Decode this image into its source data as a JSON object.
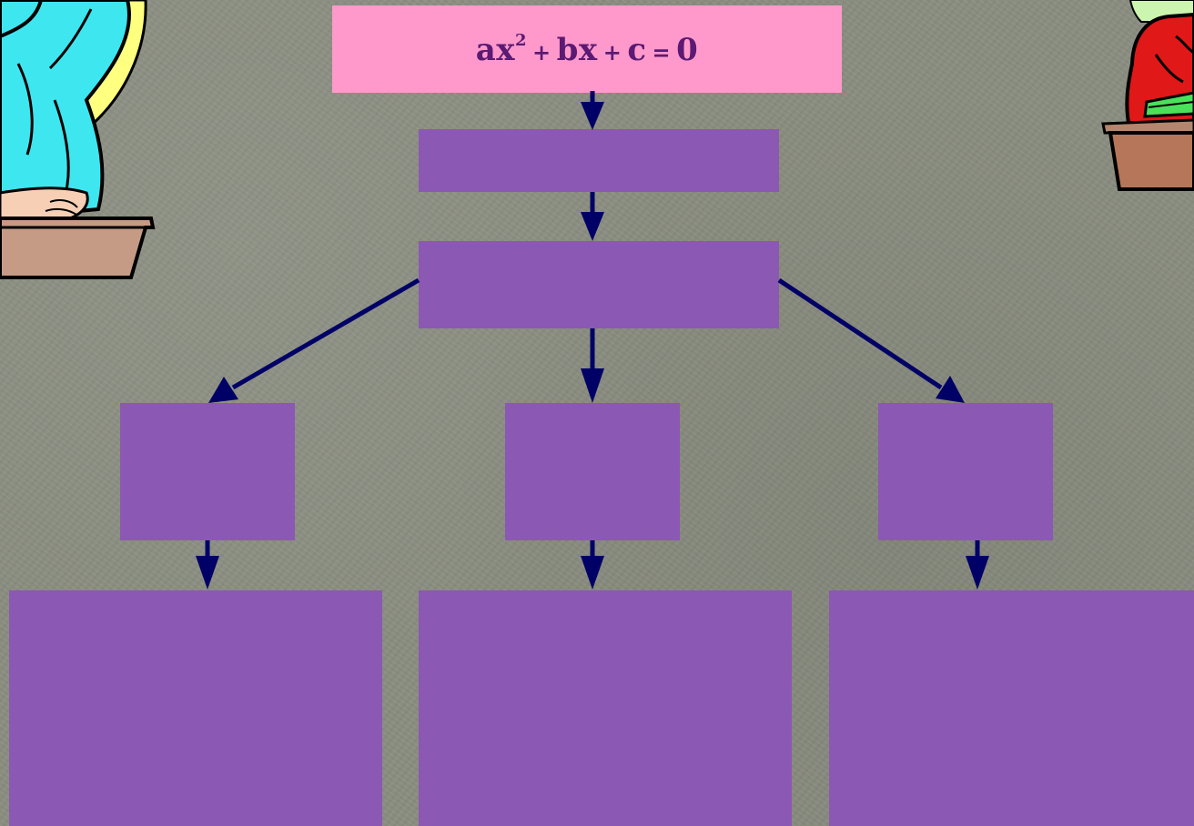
{
  "formula": {
    "a": "ax",
    "a_exp": "2",
    "plus1": "+",
    "b": "bx",
    "plus2": "+",
    "c": "c",
    "eq": "=",
    "zero": "0"
  },
  "colors": {
    "background": "#8a8d80",
    "formula_box": "#ff99cc",
    "box": "#8b58b3",
    "arrow": "#000066",
    "formula_text": "#5b1a73"
  },
  "icons": [
    "student-left-clipart",
    "student-right-clipart"
  ]
}
